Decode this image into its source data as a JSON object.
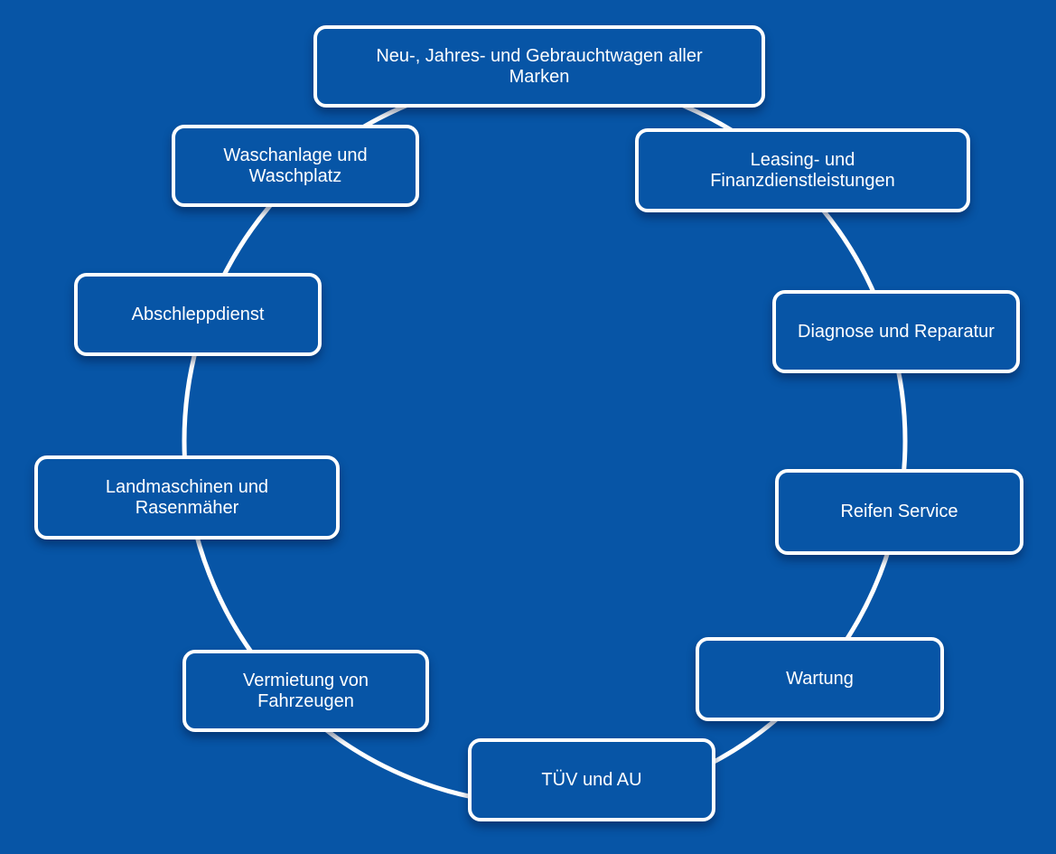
{
  "diagram": {
    "type": "cycle",
    "colors": {
      "background": "#0755a6",
      "node_fill": "#0755a6",
      "node_border": "#ffffff",
      "ring": "#ffffff",
      "text": "#ffffff"
    },
    "nodes": [
      {
        "label": "Neu-,  Jahres- und Gebrauchtwagen aller\nMarken"
      },
      {
        "label": "Leasing- und\nFinanzdienstleistungen"
      },
      {
        "label": "Diagnose und Reparatur"
      },
      {
        "label": "Reifen Service"
      },
      {
        "label": "Wartung"
      },
      {
        "label": "TÜV und AU"
      },
      {
        "label": "Vermietung von\nFahrzeugen"
      },
      {
        "label": "Landmaschinen und\nRasenmäher"
      },
      {
        "label": "Abschleppdienst"
      },
      {
        "label": "Waschanlage und\nWaschplatz"
      }
    ]
  }
}
